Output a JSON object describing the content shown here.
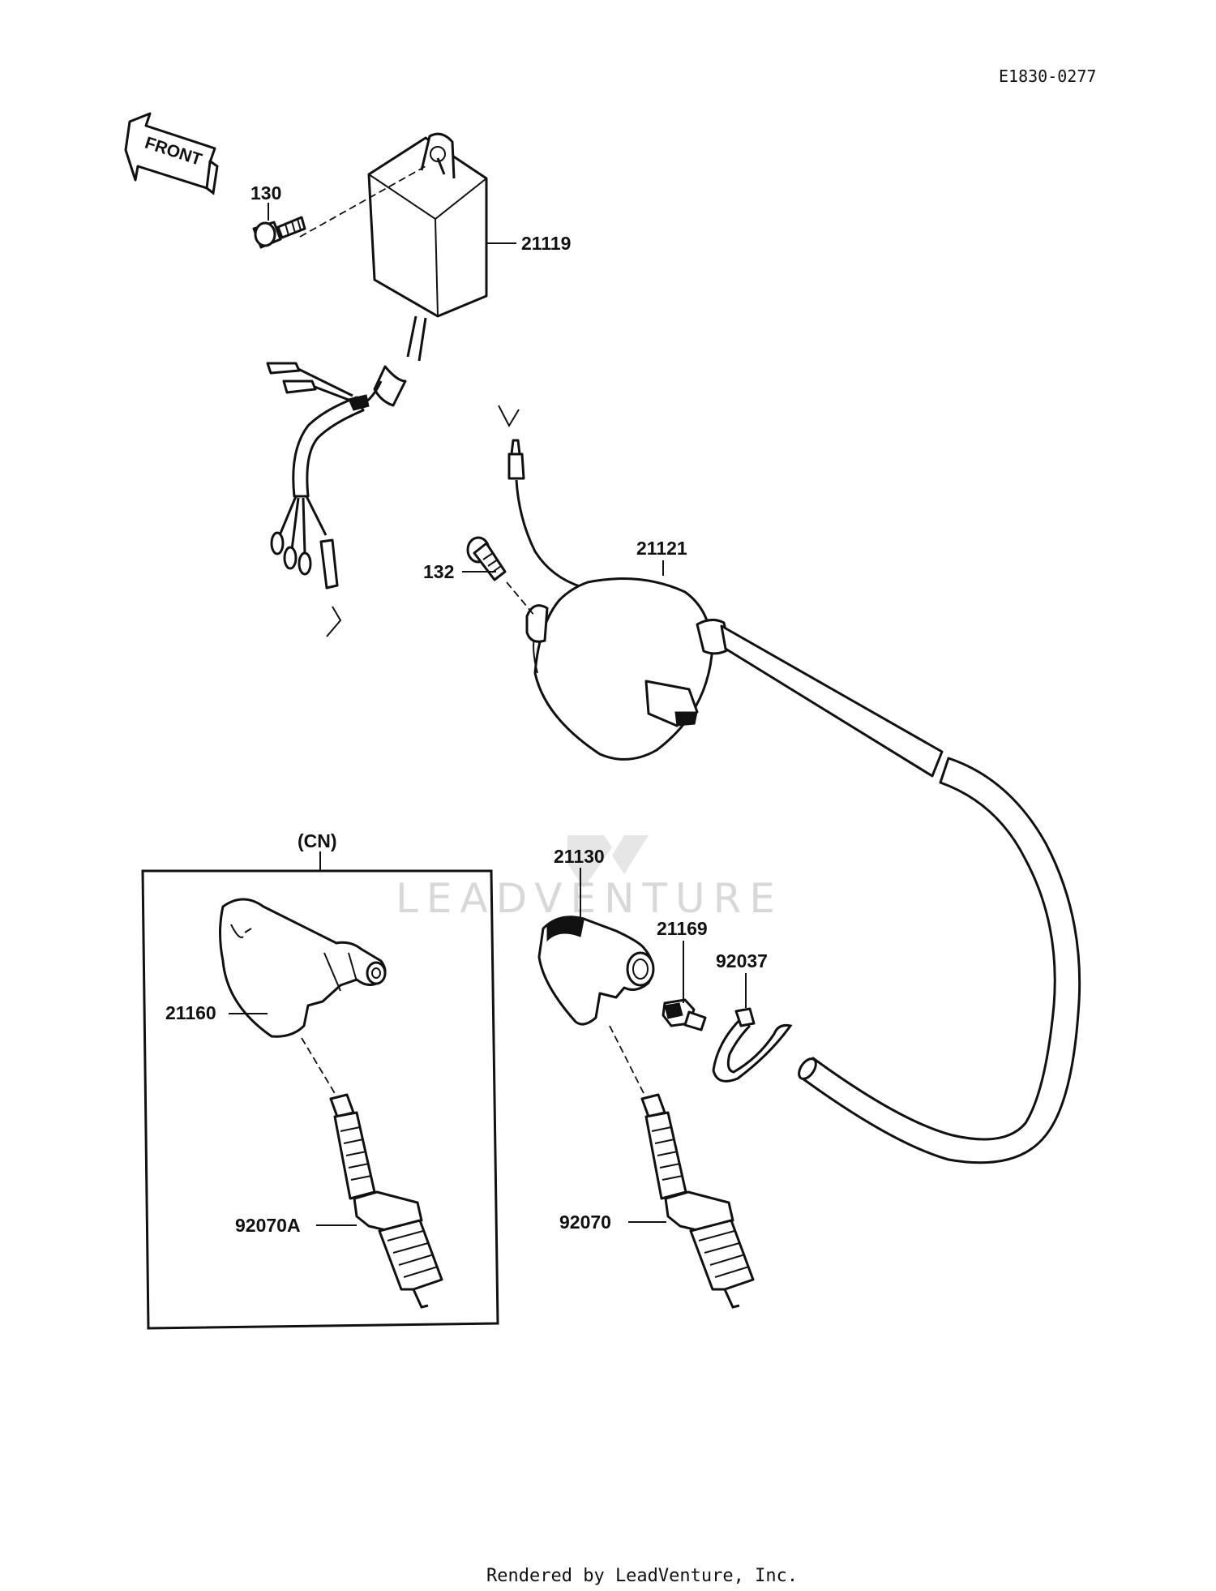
{
  "diagram_code": "E1830-0277",
  "front_label": "FRONT",
  "variant_label": "(CN)",
  "watermark": "LEADVENTURE",
  "footer": "Rendered by LeadVenture, Inc.",
  "parts": {
    "bolt_130": "130",
    "cdi_unit": "21119",
    "ignition_coil": "21121",
    "bolt_132": "132",
    "plug_cap": "21130",
    "plug_cap_cn": "21160",
    "holder": "21169",
    "band": "92037",
    "spark_plug": "92070",
    "spark_plug_cn": "92070A"
  }
}
